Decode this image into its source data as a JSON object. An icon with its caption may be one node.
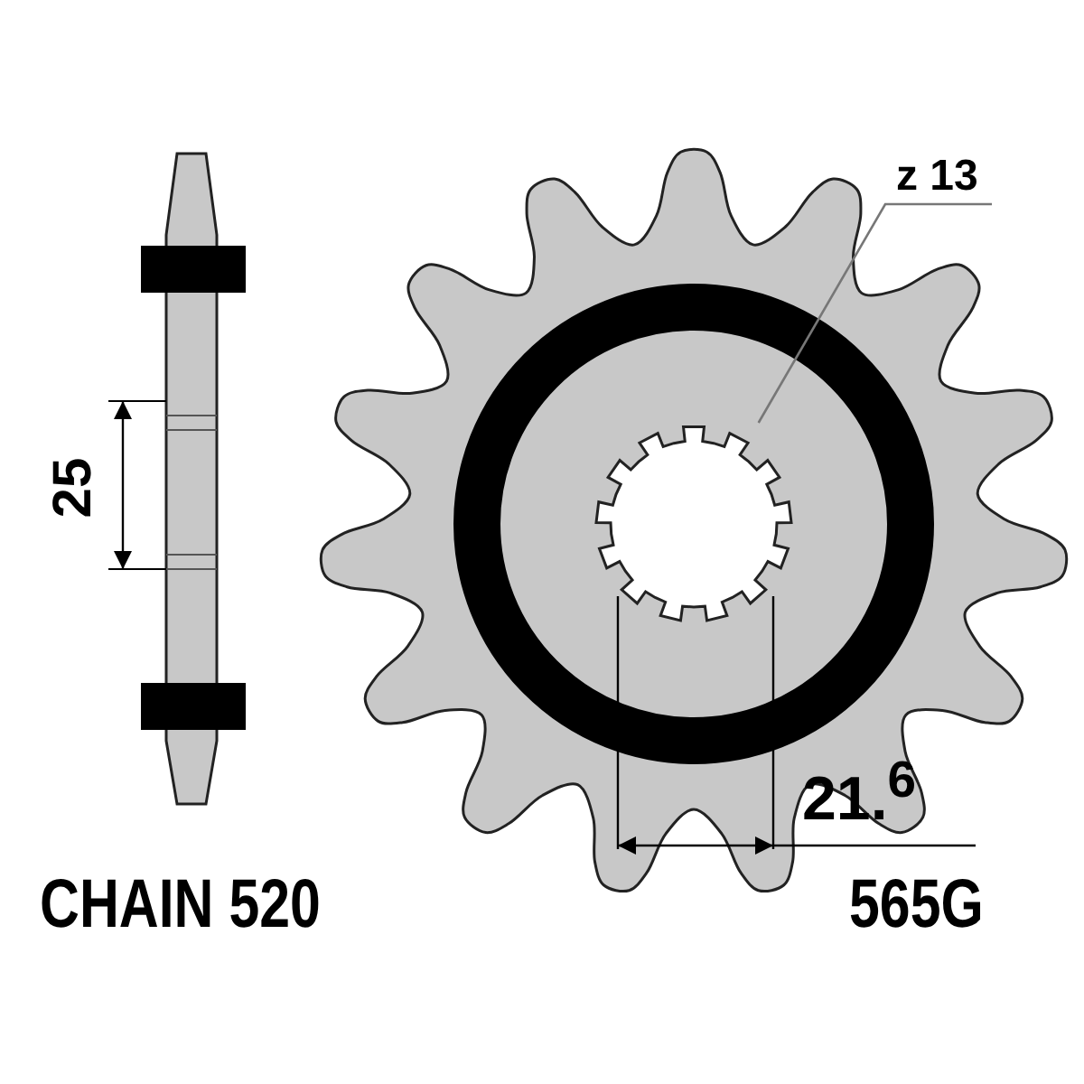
{
  "diagram": {
    "nodes": [
      {
        "text": [
          "z 13"
        ]
      },
      {
        "text": [],
        "shape": "gear"
      }
    ],
    "edges": [
      {
        "from": 0,
        "to": 1,
        "arrow": "none"
      }
    ],
    "labels": [
      "25",
      "21.$^{6}$",
      "CHAIN 520",
      "565G"
    ]
  }
}
